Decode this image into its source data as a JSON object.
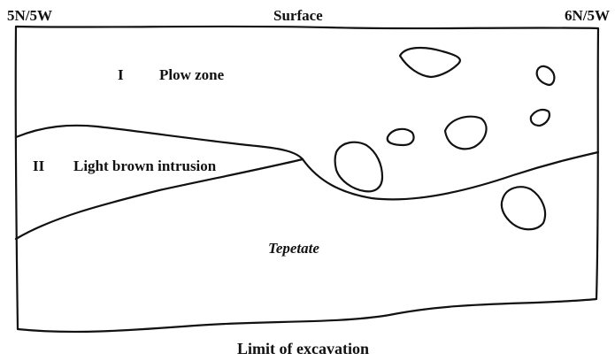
{
  "labels": {
    "corner_left": "5N/5W",
    "corner_right": "6N/5W",
    "top": "Surface",
    "bottom": "Limit of excavation"
  },
  "zones": [
    {
      "numeral": "I",
      "name": "Plow zone"
    },
    {
      "numeral": "II",
      "name": "Light brown intrusion"
    },
    {
      "numeral": "",
      "name": "Tepetate"
    }
  ],
  "colors": {
    "ink": "#111111",
    "background": "#ffffff"
  }
}
